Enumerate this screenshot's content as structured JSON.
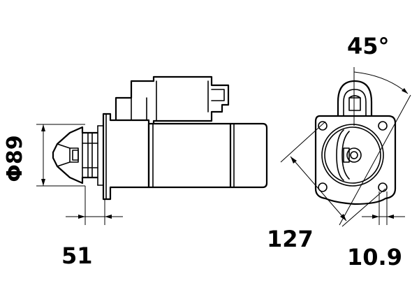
{
  "dimensions": {
    "diameter": "Φ89",
    "flange_offset": "51",
    "bolt_spacing": "127",
    "angle": "45°",
    "hole_offset": "10.9"
  }
}
